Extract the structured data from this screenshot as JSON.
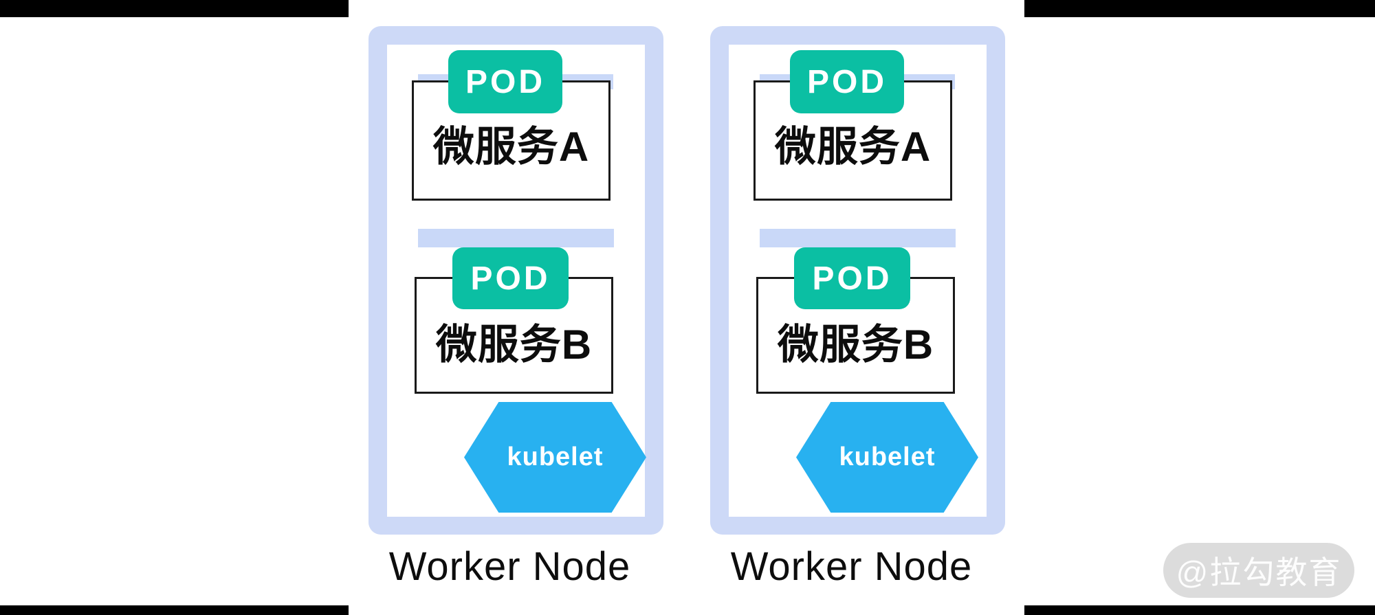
{
  "diagram": {
    "nodes": [
      {
        "label": "Worker Node",
        "agent": "kubelet",
        "pods": [
          {
            "badge": "POD",
            "service": "微服务A"
          },
          {
            "badge": "POD",
            "service": "微服务B"
          }
        ]
      },
      {
        "label": "Worker Node",
        "agent": "kubelet",
        "pods": [
          {
            "badge": "POD",
            "service": "微服务A"
          },
          {
            "badge": "POD",
            "service": "微服务B"
          }
        ]
      }
    ],
    "watermark": "@拉勾教育"
  },
  "colors": {
    "container": "#cdd9f7",
    "strip": "#c9d8f8",
    "pod_badge": "#0bbfa3",
    "kubelet_hex": "#28b1f0",
    "frame": "#000000",
    "watermark_bg": "#dcdcdc",
    "box_border": "#1a1a1a",
    "text": "#0d0d0d"
  }
}
